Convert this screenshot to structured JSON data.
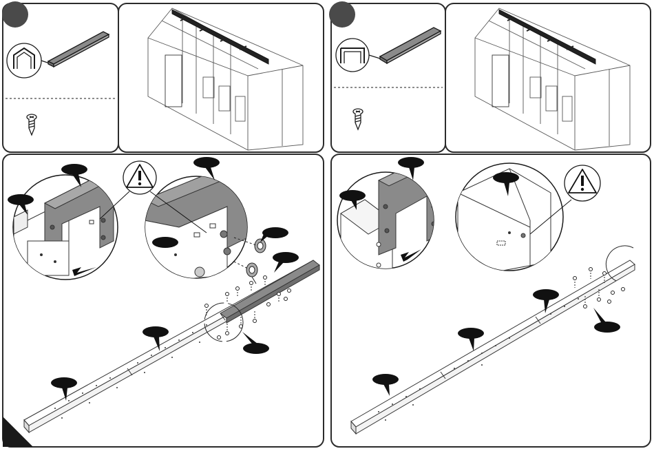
{
  "colors": {
    "ink": "#1a1a1a",
    "panel_border": "#2b2b2b",
    "part_gray": "#8a8a8a",
    "part_gray_dark": "#6e6e6e",
    "callout": "#111111",
    "paper": "#ffffff"
  },
  "icons": {
    "warning": "warning-triangle-icon",
    "screw": "screw-icon",
    "arrow": "direction-arrow-icon"
  },
  "panels": [
    {
      "id": "step-a-parts",
      "content": [
        "roof-profile-closed",
        "screw"
      ]
    },
    {
      "id": "step-a-overview",
      "content": [
        "greenhouse-ridge-highlight"
      ]
    },
    {
      "id": "step-b-parts",
      "content": [
        "roof-profile-open",
        "screw"
      ]
    },
    {
      "id": "step-b-overview",
      "content": [
        "greenhouse-ridge-highlight"
      ]
    },
    {
      "id": "step-a-assembly",
      "content": [
        "ridge-beam-with-cap",
        "detail-zoom-cap",
        "detail-zoom-screws",
        "warning"
      ]
    },
    {
      "id": "step-b-assembly",
      "content": [
        "ridge-beam-with-channel",
        "detail-zoom-channel",
        "detail-zoom-slot",
        "warning"
      ]
    }
  ]
}
